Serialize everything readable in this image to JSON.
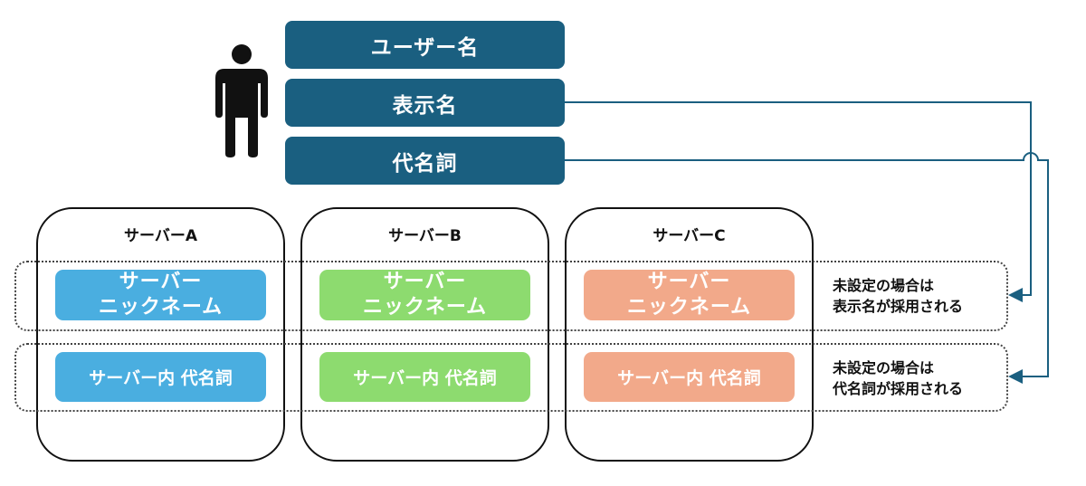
{
  "user": {
    "icon": "person-icon",
    "username": "ユーザー名",
    "display_name": "表示名",
    "pronoun": "代名詞"
  },
  "servers": [
    {
      "title": "サーバーA",
      "color": "#4aaee0",
      "nickname_line1": "サーバー",
      "nickname_line2": "ニックネーム",
      "pronoun": "サーバー内 代名詞"
    },
    {
      "title": "サーバーB",
      "color": "#8ddb6f",
      "nickname_line1": "サーバー",
      "nickname_line2": "ニックネーム",
      "pronoun": "サーバー内 代名詞"
    },
    {
      "title": "サーバーC",
      "color": "#f2a98a",
      "nickname_line1": "サーバー",
      "nickname_line2": "ニックネーム",
      "pronoun": "サーバー内 代名詞"
    }
  ],
  "notes": {
    "nickname_line1": "未設定の場合は",
    "nickname_line2": "表示名が採用される",
    "pronoun_line1": "未設定の場合は",
    "pronoun_line2": "代名詞が採用される"
  },
  "colors": {
    "user_box": "#1a5f80",
    "connector": "#1a5f80"
  }
}
